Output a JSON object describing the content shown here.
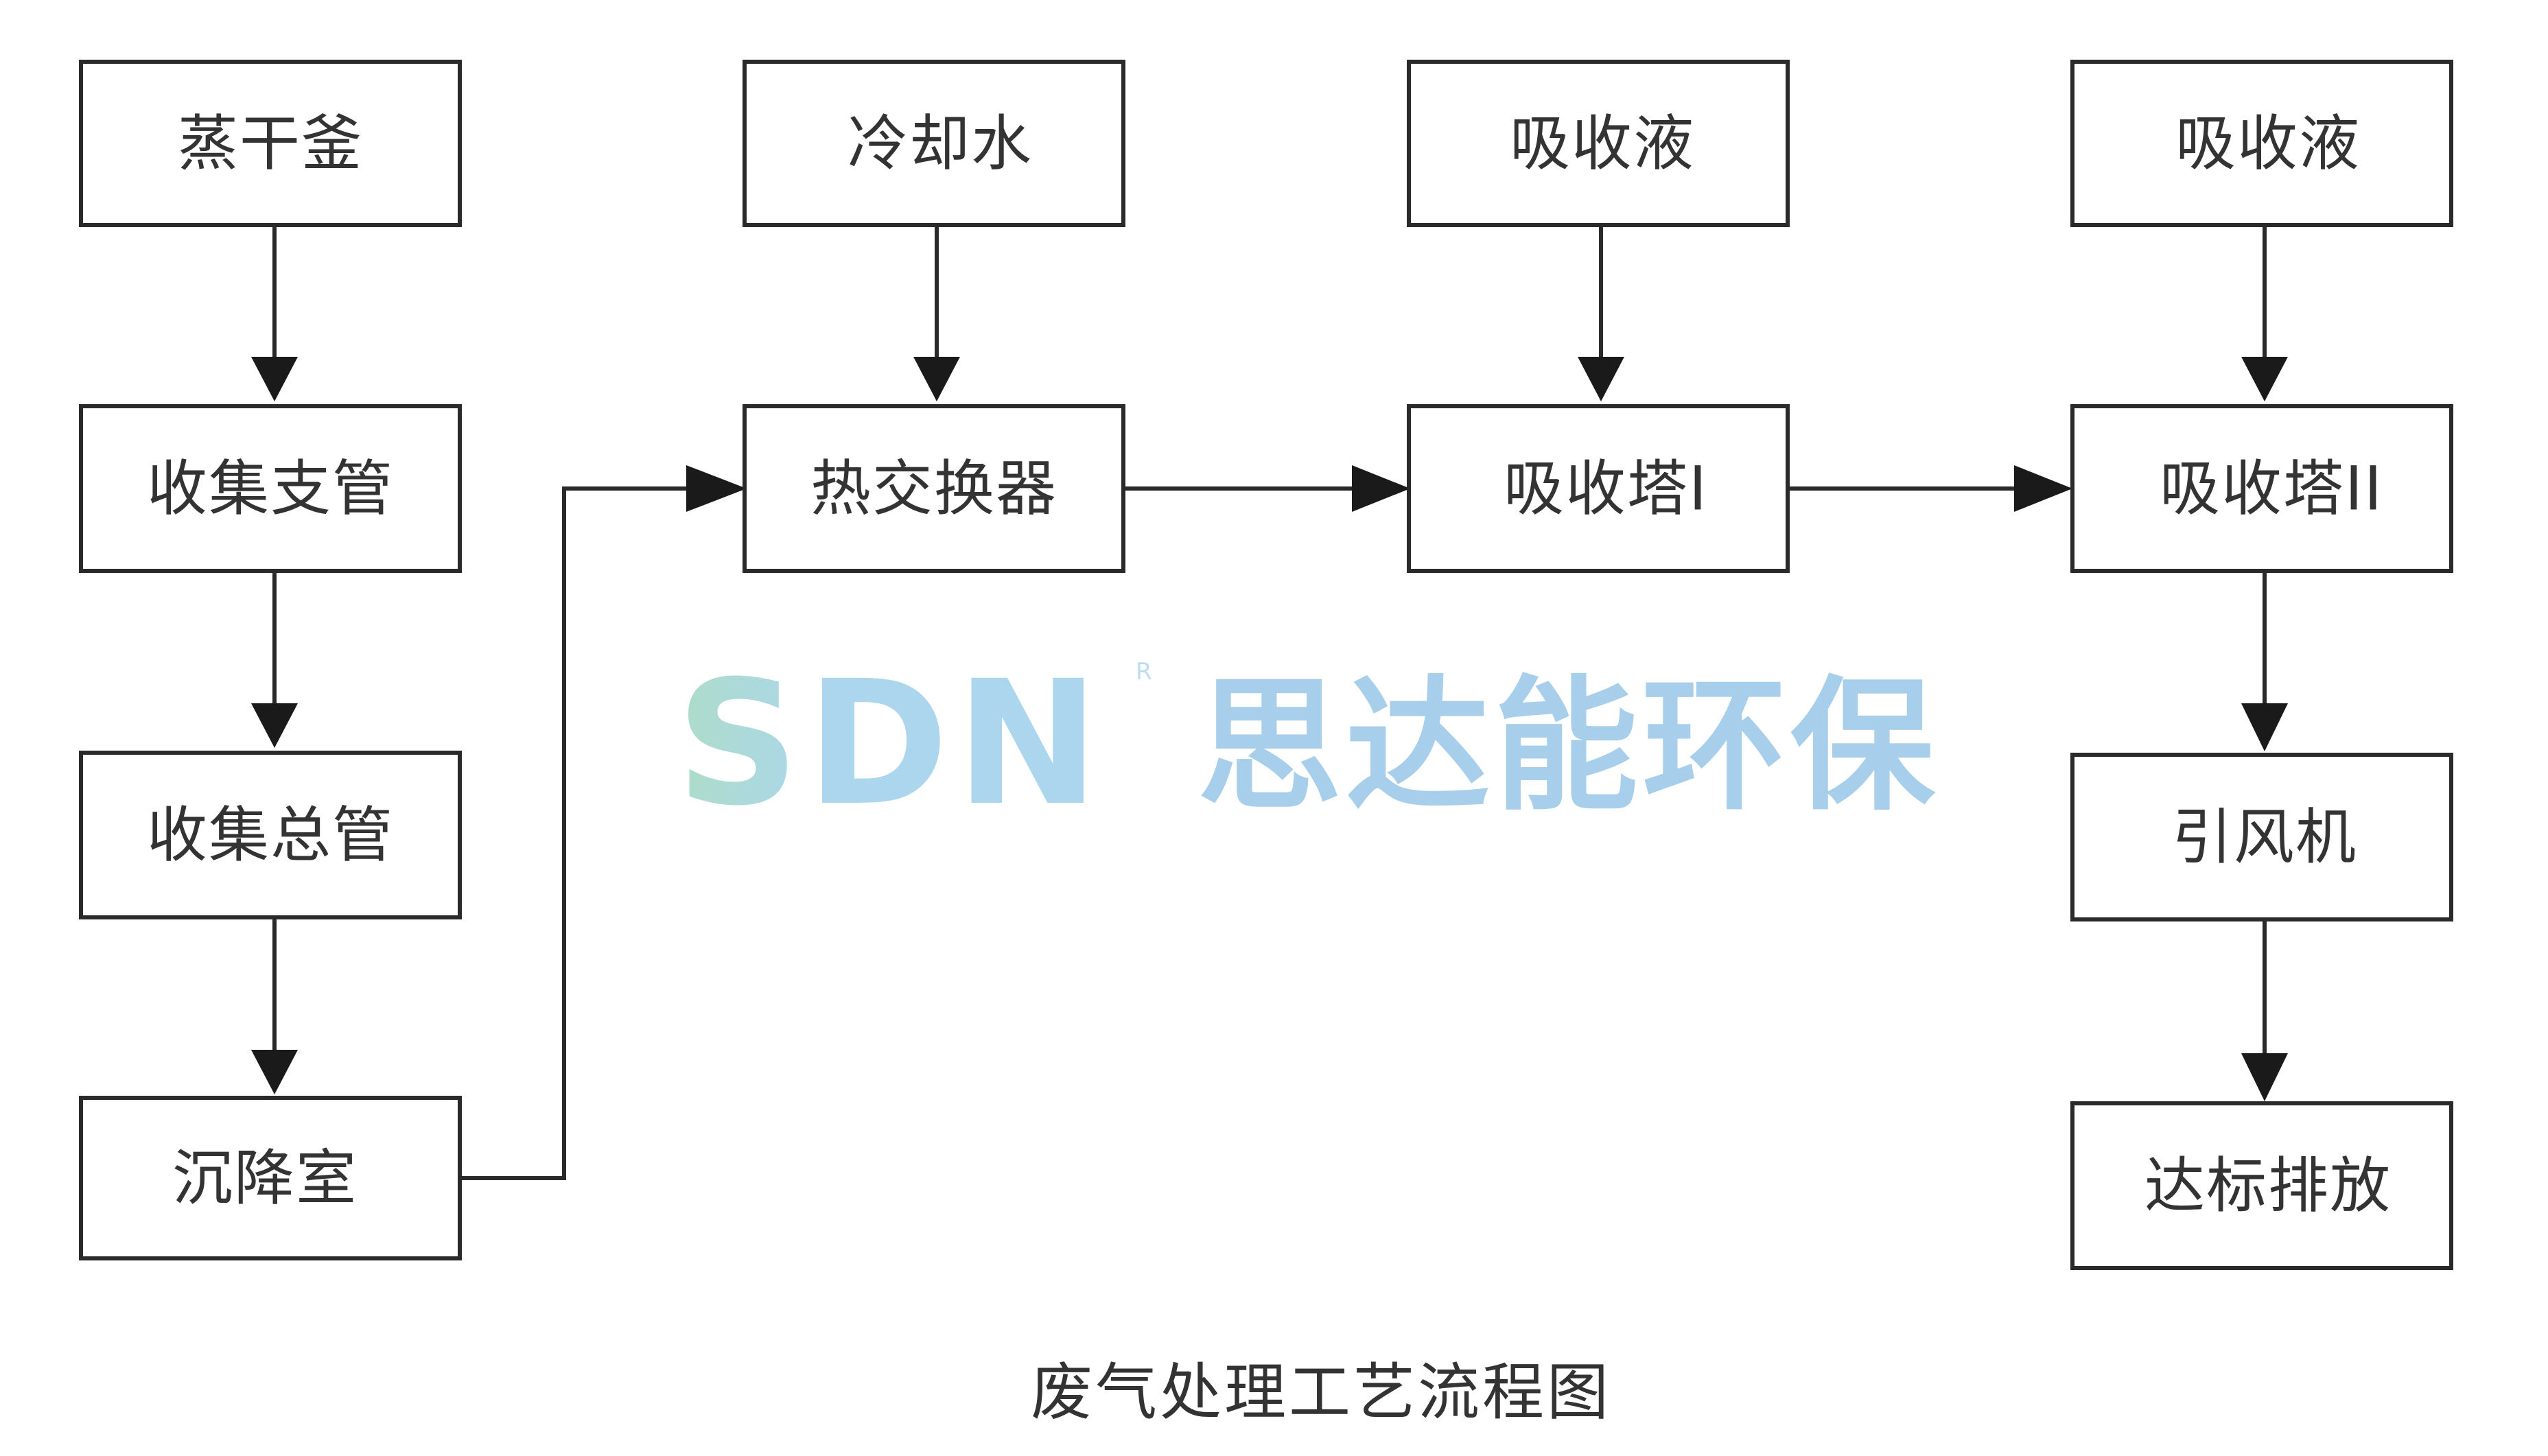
{
  "nodes": {
    "steam_dryer": "蒸干釜",
    "branch_pipe": "收集支管",
    "main_pipe": "收集总管",
    "settling_chamber": "沉降室",
    "cooling_water": "冷却水",
    "heat_exchanger": "热交换器",
    "absorbent_1": "吸收液",
    "absorber_1": "吸收塔I",
    "absorbent_2": "吸收液",
    "absorber_2": "吸收塔II",
    "induced_fan": "引风机",
    "discharge": "达标排放"
  },
  "watermark": {
    "latin": "SDN",
    "registered": "R",
    "cjk": "思达能环保",
    "colors": {
      "latin_green": "#a9dcc6",
      "latin_blue": "#a8d4ee",
      "cjk_blue": "#a3cdeb"
    }
  },
  "caption": "废气处理工艺流程图",
  "colors": {
    "line": "#2a2a2a",
    "text": "#333333",
    "background": "#ffffff"
  }
}
